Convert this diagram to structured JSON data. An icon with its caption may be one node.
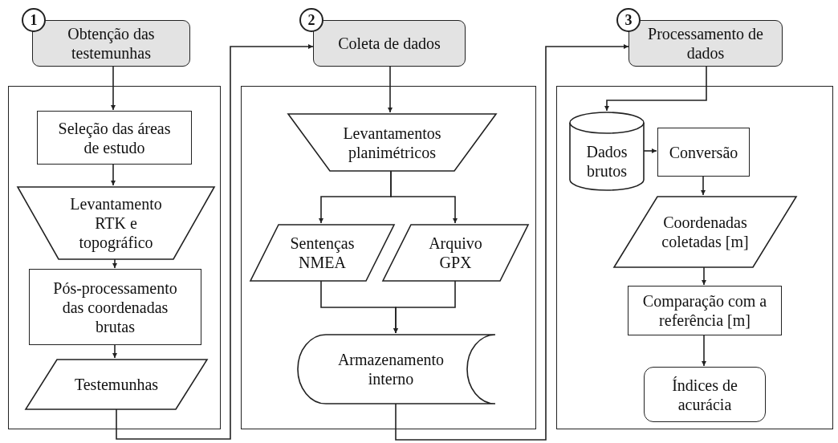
{
  "diagram": {
    "nodes": [
      {
        "text": [
          "1"
        ]
      },
      {
        "text": [
          "Obtenção das testemunhas"
        ]
      },
      {
        "text": [],
        "shape": "box"
      },
      {
        "text": [
          "Seleção das áreas de estudo"
        ],
        "in": 2
      },
      {
        "text": [
          "Levantamento RTK e topográfico"
        ],
        "in": 2
      },
      {
        "text": [
          "Pós-processamento das coordenadas brutas"
        ],
        "in": 2
      },
      {
        "text": [
          "Testemunhas"
        ],
        "in": 2
      },
      {
        "text": [
          "2"
        ]
      },
      {
        "text": [
          "Coleta de dados"
        ]
      },
      {
        "text": [],
        "shape": "box"
      },
      {
        "text": [
          "Levantamentos planimétricos"
        ],
        "in": 9
      },
      {
        "text": [
          "Sentenças NMEA"
        ],
        "in": 9
      },
      {
        "text": [
          "Arquivo GPX"
        ],
        "in": 9
      },
      {
        "text": [
          "Armazenamento interno"
        ],
        "in": 9
      },
      {
        "text": [
          "3"
        ]
      },
      {
        "text": [
          "Processamento de dados"
        ]
      },
      {
        "text": [],
        "shape": "box"
      },
      {
        "text": [
          "Dados brutos"
        ],
        "in": 16
      },
      {
        "text": [
          "Conversão"
        ],
        "in": 16
      },
      {
        "text": [
          "Coordenadas coletadas [m]"
        ],
        "in": 16
      },
      {
        "text": [
          "Comparação com a referência [m]"
        ],
        "in": 16
      },
      {
        "text": [
          "Índices de acurácia"
        ],
        "in": 16
      }
    ],
    "edges": [
      {
        "from": 1,
        "to": 3,
        "arrow": "to"
      },
      {
        "from": 3,
        "to": 4,
        "arrow": "to"
      },
      {
        "from": 4,
        "to": 5,
        "arrow": "to"
      },
      {
        "from": 5,
        "to": 6,
        "arrow": "to"
      },
      {
        "from": 6,
        "to": 8,
        "arrow": "to"
      },
      {
        "from": 8,
        "to": 10,
        "arrow": "to"
      },
      {
        "from": 10,
        "to": 11,
        "arrow": "to"
      },
      {
        "from": 10,
        "to": 12,
        "arrow": "to"
      },
      {
        "from": 11,
        "to": 13,
        "arrow": "to"
      },
      {
        "from": 12,
        "to": 13,
        "arrow": "to"
      },
      {
        "from": 13,
        "to": 15,
        "arrow": "to"
      },
      {
        "from": 15,
        "to": 17,
        "arrow": "to"
      },
      {
        "from": 17,
        "to": 18,
        "arrow": "to"
      },
      {
        "from": 18,
        "to": 19,
        "arrow": "to"
      },
      {
        "from": 19,
        "to": 20,
        "arrow": "to"
      },
      {
        "from": 20,
        "to": 21,
        "arrow": "to"
      }
    ]
  }
}
